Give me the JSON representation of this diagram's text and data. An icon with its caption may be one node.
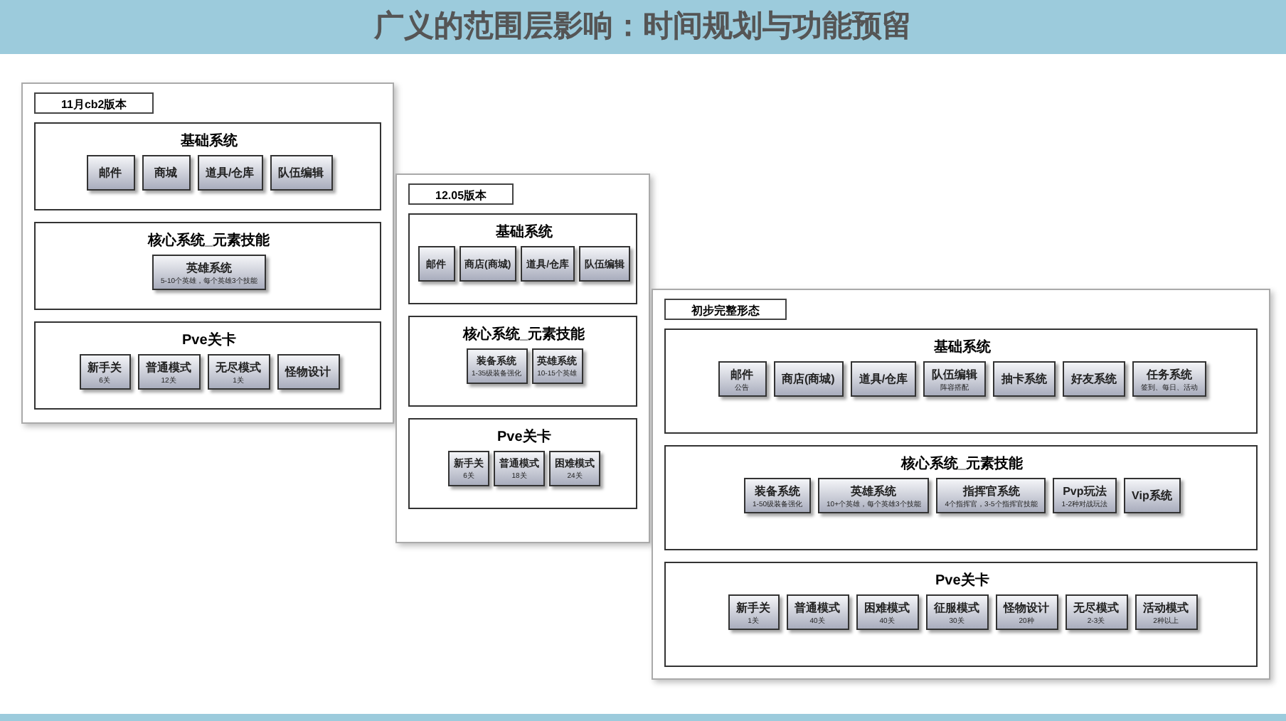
{
  "diagram": {
    "title": "广义的范围层影响：时间规划与功能预留",
    "nodes": [
      {
        "text": [],
        "shape": "box"
      },
      {
        "text": [
          "11月cb2版本"
        ],
        "in": 0
      },
      {
        "text": [
          "基础系统"
        ],
        "in": 0
      },
      {
        "text": [
          "邮件"
        ],
        "in": 2
      },
      {
        "text": [
          "商城"
        ],
        "in": 2
      },
      {
        "text": [
          "道具/仓库"
        ],
        "in": 2
      },
      {
        "text": [
          "队伍编辑"
        ],
        "in": 2
      },
      {
        "text": [
          "核心系统_元素技能"
        ],
        "in": 0
      },
      {
        "text": [
          "英雄系统",
          "5-10个英雄，每个英雄3个技能"
        ],
        "in": 7
      },
      {
        "text": [
          "Pve关卡"
        ],
        "in": 0
      },
      {
        "text": [
          "新手关",
          "6关"
        ],
        "in": 9
      },
      {
        "text": [
          "普通模式",
          "12关"
        ],
        "in": 9
      },
      {
        "text": [
          "无尽模式",
          "1关"
        ],
        "in": 9
      },
      {
        "text": [
          "怪物设计"
        ],
        "in": 9
      },
      {
        "text": [],
        "shape": "box"
      },
      {
        "text": [
          "12.05版本"
        ],
        "in": 14
      },
      {
        "text": [
          "基础系统"
        ],
        "in": 14
      },
      {
        "text": [
          "邮件"
        ],
        "in": 16
      },
      {
        "text": [
          "商店(商城)"
        ],
        "in": 16
      },
      {
        "text": [
          "道具/仓库"
        ],
        "in": 16
      },
      {
        "text": [
          "队伍编辑"
        ],
        "in": 16
      },
      {
        "text": [
          "核心系统_元素技能"
        ],
        "in": 14
      },
      {
        "text": [
          "装备系统",
          "1-35级装备强化"
        ],
        "in": 21
      },
      {
        "text": [
          "英雄系统",
          "10-15个英雄"
        ],
        "in": 21
      },
      {
        "text": [
          "Pve关卡"
        ],
        "in": 14
      },
      {
        "text": [
          "新手关",
          "6关"
        ],
        "in": 24
      },
      {
        "text": [
          "普通模式",
          "18关"
        ],
        "in": 24
      },
      {
        "text": [
          "困难模式",
          "24关"
        ],
        "in": 24
      },
      {
        "text": [],
        "shape": "box"
      },
      {
        "text": [
          "初步完整形态"
        ],
        "in": 28
      },
      {
        "text": [
          "基础系统"
        ],
        "in": 28
      },
      {
        "text": [
          "邮件",
          "公告"
        ],
        "in": 30
      },
      {
        "text": [
          "商店(商城)"
        ],
        "in": 30
      },
      {
        "text": [
          "道具/仓库"
        ],
        "in": 30
      },
      {
        "text": [
          "队伍编辑",
          "阵容搭配"
        ],
        "in": 30
      },
      {
        "text": [
          "抽卡系统"
        ],
        "in": 30
      },
      {
        "text": [
          "好友系统"
        ],
        "in": 30
      },
      {
        "text": [
          "任务系统",
          "签到、每日、活动"
        ],
        "in": 30
      },
      {
        "text": [
          "核心系统_元素技能"
        ],
        "in": 28
      },
      {
        "text": [
          "装备系统",
          "1-50级装备强化"
        ],
        "in": 38
      },
      {
        "text": [
          "英雄系统",
          "10+个英雄，每个英雄3个技能"
        ],
        "in": 38
      },
      {
        "text": [
          "指挥官系统",
          "4个指挥官，3-5个指挥官技能"
        ],
        "in": 38
      },
      {
        "text": [
          "Pvp玩法",
          "1-2种对战玩法"
        ],
        "in": 38
      },
      {
        "text": [
          "Vip系统"
        ],
        "in": 38
      },
      {
        "text": [
          "Pve关卡"
        ],
        "in": 28
      },
      {
        "text": [
          "新手关",
          "1关"
        ],
        "in": 44
      },
      {
        "text": [
          "普通模式",
          "40关"
        ],
        "in": 44
      },
      {
        "text": [
          "困难模式",
          "40关"
        ],
        "in": 44
      },
      {
        "text": [
          "征服模式",
          "30关"
        ],
        "in": 44
      },
      {
        "text": [
          "怪物设计",
          "20种"
        ],
        "in": 44
      },
      {
        "text": [
          "无尽模式",
          "2-3关"
        ],
        "in": 44
      },
      {
        "text": [
          "活动模式",
          "2种以上"
        ],
        "in": 44
      }
    ]
  }
}
